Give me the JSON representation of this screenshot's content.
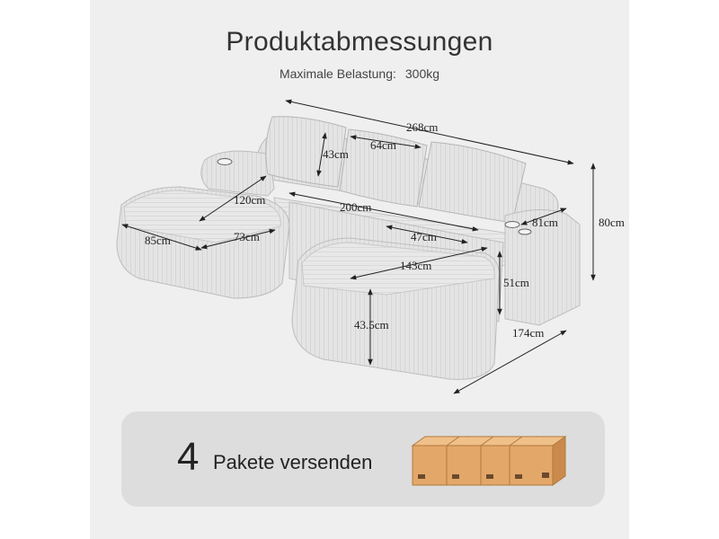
{
  "header": {
    "title": "Produktabmessungen",
    "load_label": "Maximale Belastung:",
    "load_value": "300kg"
  },
  "dimensions": {
    "total_length": "268cm",
    "pillow_width": "64cm",
    "pillow_height": "43cm",
    "ottoman_depth": "120cm",
    "sofa_length": "200cm",
    "ottoman_length": "85cm",
    "ottoman_width": "73cm",
    "armrest_depth": "81cm",
    "total_height": "80cm",
    "seat_depth": "47cm",
    "chaise_length": "143cm",
    "seat_height": "51cm",
    "chaise_height": "43.5cm",
    "chaise_total_depth": "174cm"
  },
  "footer": {
    "count": "4",
    "label": "Pakete versenden",
    "icon": "cardboard-box-icon"
  },
  "colors": {
    "background": "#efefef",
    "fabric": "#e2e2e2",
    "box": "#e3a76a",
    "footer_panel": "#dddddd"
  }
}
